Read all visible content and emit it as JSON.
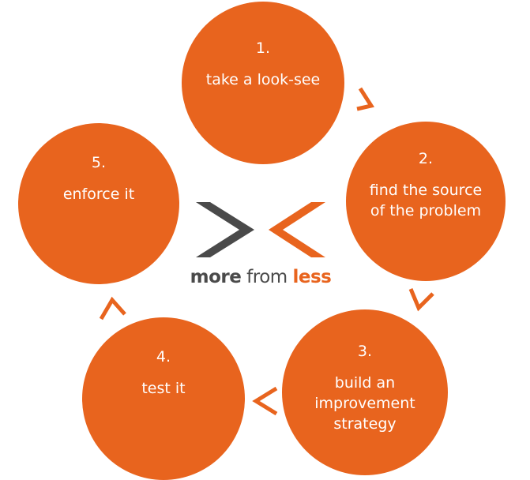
{
  "steps": [
    {
      "num": "1.",
      "label": "take a look-see"
    },
    {
      "num": "2.",
      "label": "find the source of the problem"
    },
    {
      "num": "3.",
      "label": "build an improvement strategy"
    },
    {
      "num": "4.",
      "label": "test it"
    },
    {
      "num": "5.",
      "label": "enforce it"
    }
  ],
  "logo": {
    "word1": "more",
    "word2": "from",
    "word3": "less"
  },
  "colors": {
    "accent": "#E8641E",
    "dark": "#4a4a4a"
  }
}
